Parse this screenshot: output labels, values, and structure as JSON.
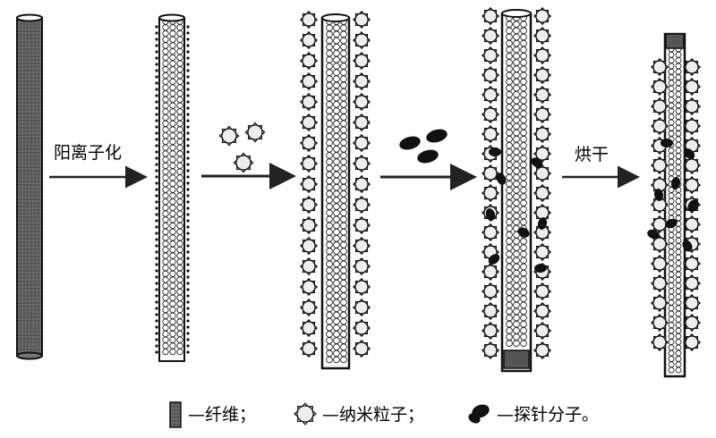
{
  "steps": {
    "step1_label": "阳离子化",
    "step4_label": "烘干"
  },
  "legend": {
    "fiber": "—纤维；",
    "nanoparticle": "—纳米粒子；",
    "probe": "—探针分子。"
  },
  "colors": {
    "fiber_fill": "#5a5a5a",
    "particle_fill": "#eeeeee",
    "probe_fill": "#111111",
    "arrow": "#222222"
  }
}
